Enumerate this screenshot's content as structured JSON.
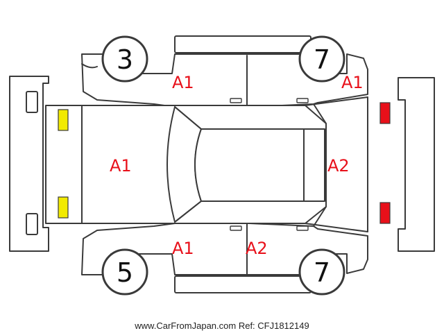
{
  "tires": {
    "front_left": "3",
    "rear_left": "7",
    "front_right": "5",
    "rear_right": "7"
  },
  "damage_marks": {
    "left_front_door": "A1",
    "left_rear_quarter": "A1",
    "hood": "A1",
    "right_front_door": "A1",
    "right_rear_door": "A2",
    "rear_glass_area": "A2"
  },
  "markers": {
    "headlight_color": "#f2ea00",
    "taillight_color": "#e8101a"
  },
  "caption": "www.CarFromJapan.com Ref: CFJ1812149"
}
